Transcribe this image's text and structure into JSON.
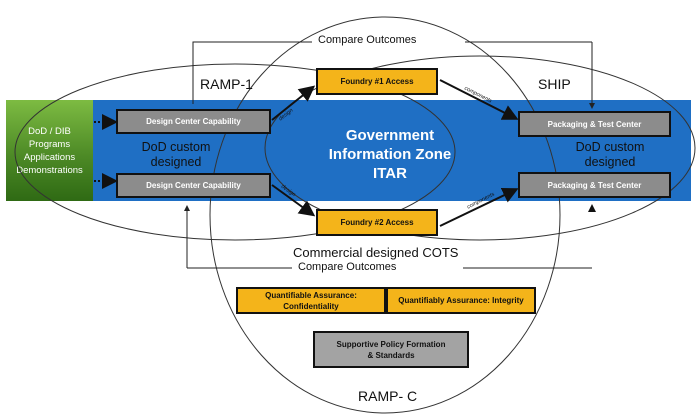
{
  "left_box": {
    "lines": [
      "DoD / DIB",
      "Programs",
      "Applications",
      "Demonstrations"
    ]
  },
  "design_center_top": "Design Center Capability",
  "design_center_bottom": "Design Center Capability",
  "foundry_1": "Foundry #1 Access",
  "foundry_2": "Foundry #2 Access",
  "packaging_top": "Packaging & Test Center",
  "packaging_bottom": "Packaging & Test Center",
  "government_zone": {
    "lines": [
      "Government",
      "Information Zone",
      "ITAR"
    ]
  },
  "dod_custom_left": {
    "lines": [
      "DoD custom",
      "designed"
    ]
  },
  "dod_custom_right": {
    "lines": [
      "DoD custom",
      "designed"
    ]
  },
  "ramp_1": "RAMP-1",
  "ship": "SHIP",
  "ramp_c": "RAMP- C",
  "compare_top": "Compare Outcomes",
  "compare_bottom": "Compare Outcomes",
  "commercial": "Commercial designed COTS",
  "assurance_conf": {
    "lines": [
      "Quantifiable Assurance:",
      "Confidentiality"
    ]
  },
  "assurance_integrity": "Quantifiably Assurance: Integrity",
  "policy": {
    "lines": [
      "Supportive Policy Formation",
      "& Standards"
    ]
  },
  "arrow_labels": {
    "design_top": "design",
    "design_bottom": "design",
    "components_top": "components",
    "components_bottom": "components"
  }
}
